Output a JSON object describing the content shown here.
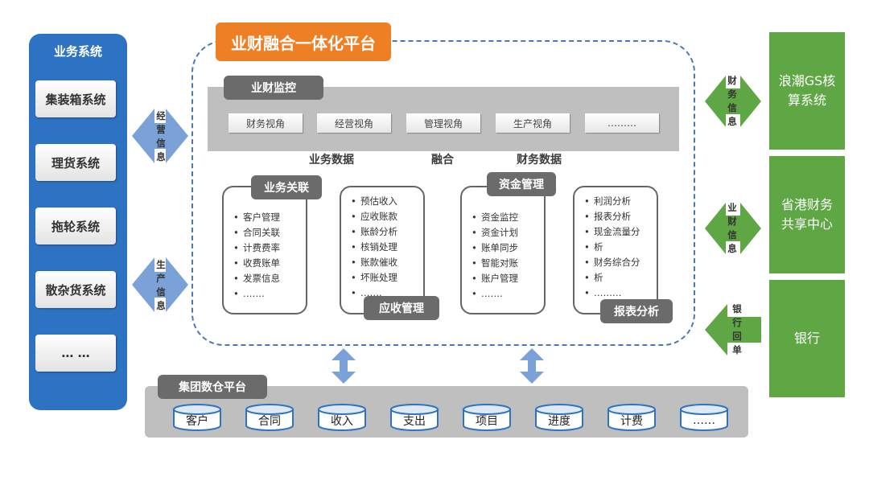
{
  "left_panel": {
    "title": "业务系统",
    "systems": [
      "集装箱系统",
      "理货系统",
      "拖轮系统",
      "散杂货系统",
      "… …"
    ]
  },
  "left_arrows": [
    {
      "label": [
        "经",
        "营",
        "信",
        "息"
      ]
    },
    {
      "label": [
        "生",
        "产",
        "信",
        "息"
      ]
    }
  ],
  "platform": {
    "title": "业财融合一体化平台",
    "monitor": {
      "title": "业财监控",
      "perspectives": [
        "财务视角",
        "经营视角",
        "管理视角",
        "生产视角",
        "………"
      ]
    },
    "band_labels": [
      "业务数据",
      "融合",
      "财务数据"
    ],
    "cards": [
      {
        "title": "业务关联",
        "items": [
          "客户管理",
          "合同关联",
          "计费费率",
          "收费账单",
          "发票信息",
          "……."
        ]
      },
      {
        "title": "应收管理",
        "items": [
          "预估收入",
          "应收账款",
          "账龄分析",
          "核销处理",
          "账款催收",
          "坏账处理",
          "……."
        ]
      },
      {
        "title": "资金管理",
        "items": [
          "资金监控",
          "资金计划",
          "账单同步",
          "智能对账",
          "账户管理",
          "……."
        ]
      },
      {
        "title": "报表分析",
        "items": [
          "利润分析",
          "报表分析",
          "现金流量分",
          "析",
          "财务综合分",
          "析",
          "………"
        ]
      }
    ]
  },
  "right_panel": [
    {
      "line1": "浪潮GS核",
      "line2": "算系统",
      "arrow_label": [
        "财",
        "务",
        "信",
        "息"
      ]
    },
    {
      "line1": "省港财务",
      "line2": "共享中心",
      "arrow_label": [
        "业",
        "财",
        "信",
        "息"
      ]
    },
    {
      "line1": "银行",
      "line2": "",
      "arrow_label": [
        "银",
        "行",
        "回",
        "单"
      ]
    }
  ],
  "warehouse": {
    "title": "集团数仓平台",
    "items": [
      "客户",
      "合同",
      "收入",
      "支出",
      "项目",
      "进度",
      "计费",
      "……"
    ]
  },
  "colors": {
    "left_blue": "#2e73c3",
    "orange": "#ef7f25",
    "green": "#5fa644",
    "arrow_blue": "#7aa2d8",
    "gray_band": "#bfbfbf",
    "dark_tag": "#6b6b6b"
  }
}
